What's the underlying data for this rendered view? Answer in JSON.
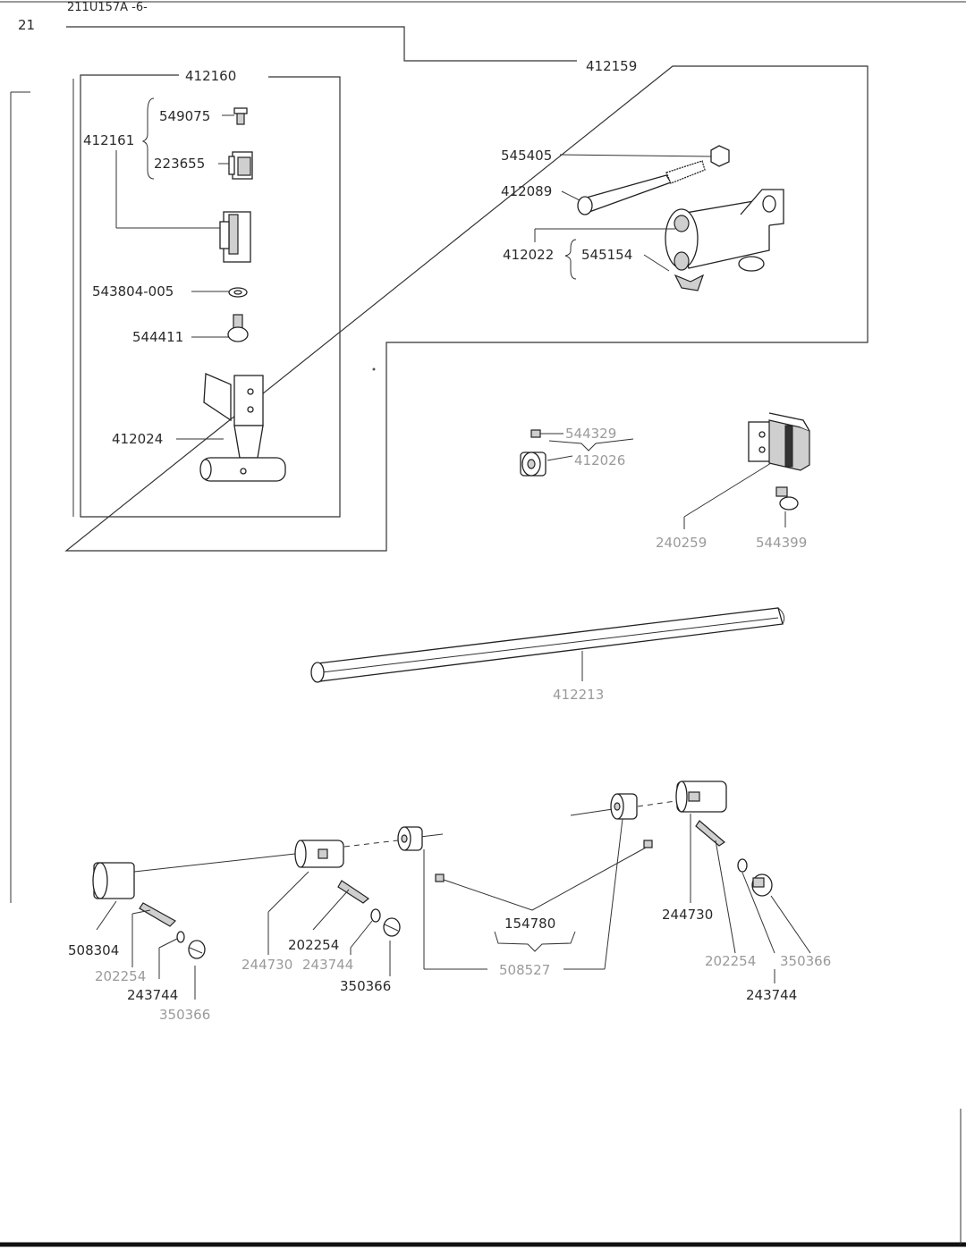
{
  "header": {
    "page_number": "21",
    "doc_code": "211U157A -6-"
  },
  "colors": {
    "ink": "#2a2a2a",
    "faint": "#9a9a9a",
    "paper": "#ffffff"
  },
  "labels": {
    "l412160": "412160",
    "l412159": "412159",
    "l412161": "412161",
    "l549075": "549075",
    "l223655": "223655",
    "l543804_005": "543804-005",
    "l544411": "544411",
    "l412024": "412024",
    "l545405": "545405",
    "l412089": "412089",
    "l412022": "412022",
    "l545154": "545154",
    "l544329": "544329",
    "l412026": "412026",
    "l240259": "240259",
    "l544399": "544399",
    "l412213": "412213",
    "l508304": "508304",
    "l202254_a": "202254",
    "l243744_a": "243744",
    "l350366_a": "350366",
    "l244730_a": "244730",
    "l202254_b": "202254",
    "l243744_b": "243744",
    "l350366_b": "350366",
    "l154780": "154780",
    "l508527": "508527",
    "l244730_b": "244730",
    "l202254_c": "202254",
    "l350366_c": "350366",
    "l243744_c": "243744"
  }
}
